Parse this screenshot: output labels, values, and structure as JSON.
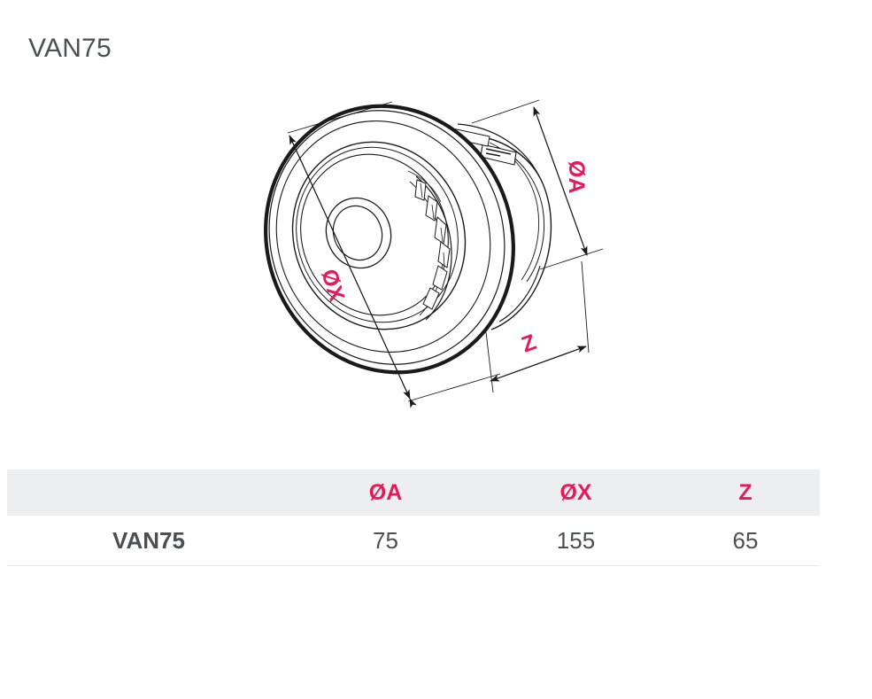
{
  "page": {
    "title": "VAN75",
    "background_color": "#ffffff",
    "accent_color": "#e5195b",
    "text_color": "#4a4f54"
  },
  "drawing": {
    "name": "air-valve-perspective-drawing",
    "description": "Round ventilation air valve shown in perspective with three dimension callouts",
    "dimension_labels": [
      {
        "id": "diameter-a",
        "text": "ØA",
        "color": "#e5195b",
        "rotation": 90
      },
      {
        "id": "diameter-x",
        "text": "ØX",
        "color": "#e5195b",
        "rotation": 73
      },
      {
        "id": "depth-z",
        "text": "Z",
        "color": "#e5195b",
        "rotation": 0
      }
    ],
    "line_color": "#1a1a1a"
  },
  "table": {
    "headers": [
      "",
      "ØA",
      "ØX",
      "Z"
    ],
    "header_background": "#eceef0",
    "rows": [
      {
        "model": "VAN75",
        "a": "75",
        "x": "155",
        "z": "65"
      }
    ]
  }
}
